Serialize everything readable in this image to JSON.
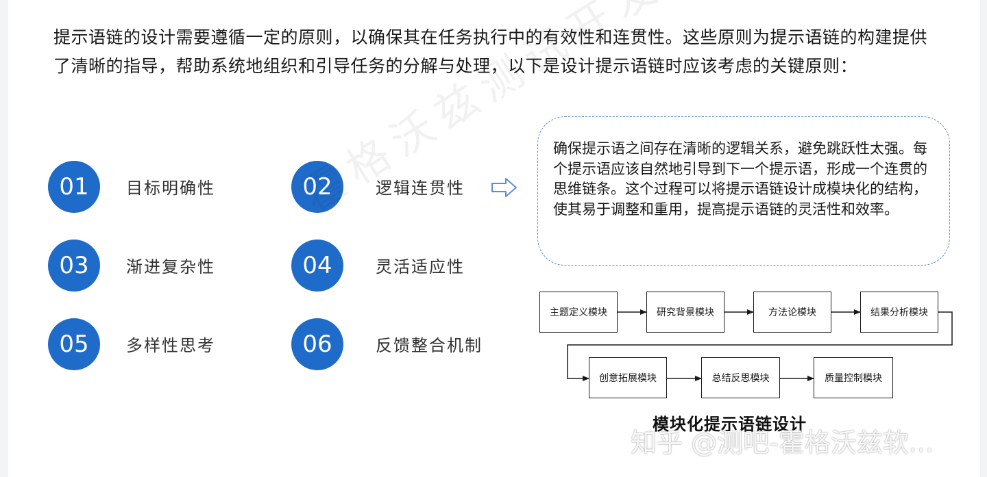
{
  "intro_text": "提示语链的设计需要遵循一定的原则，以确保其在任务执行中的有效性和连贯性。这些原则为提示语链的构建提供了清晰的指导，帮助系统地组织和引导任务的分解与处理，以下是设计提示语链时应该考虑的关键原则：",
  "principles": [
    {
      "num": "01",
      "label": "目标明确性"
    },
    {
      "num": "02",
      "label": "逻辑连贯性"
    },
    {
      "num": "03",
      "label": "渐进复杂性"
    },
    {
      "num": "04",
      "label": "灵活适应性"
    },
    {
      "num": "05",
      "label": "多样性思考"
    },
    {
      "num": "06",
      "label": "反馈整合机制"
    }
  ],
  "callout_text": "确保提示语之间存在清晰的逻辑关系，避免跳跃性太强。每个提示语应该自然地引导到下一个提示语，形成一个连贯的思维链条。这个过程可以将提示语链设计成模块化的结构，使其易于调整和重用，提高提示语链的灵活性和效率。",
  "flow_nodes": [
    "主题定义模块",
    "研究背景模块",
    "方法论模块",
    "结果分析模块",
    "创意拓展模块",
    "总结反思模块",
    "质量控制模块"
  ],
  "diagram_title": "模块化提示语链设计",
  "watermark_diagonal": "霍格沃兹测试开发",
  "watermark_source": "知乎 @测吧-霍格沃兹软...",
  "colors": {
    "circle": "#1f6bc9",
    "callout_border": "#5b8ed8",
    "arrow": "#5b8ed8"
  },
  "icons": {
    "arrow": "hollow-right-arrow-icon"
  }
}
